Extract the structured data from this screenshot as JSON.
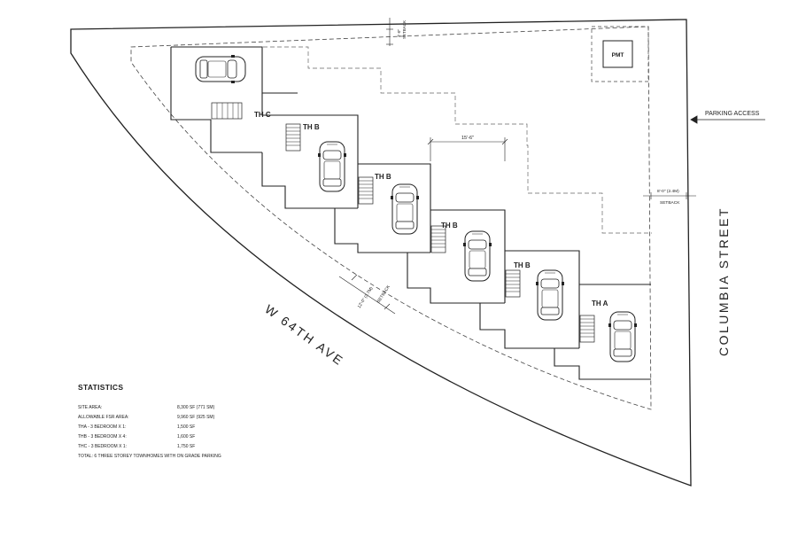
{
  "streets": {
    "w64": "W 64TH AVE",
    "columbia": "COLUMBIA STREET"
  },
  "parking_access": "PARKING ACCESS",
  "pmt": "PMT",
  "units": {
    "thc": "TH C",
    "thb1": "TH B",
    "thb2": "TH B",
    "thb3": "TH B",
    "thb4": "TH B",
    "tha": "TH A"
  },
  "dimensions": {
    "top_setback_value": "4'-0\"",
    "top_setback_label": "SETBACK",
    "width": "15'-6\"",
    "right_setback_value": "8'-0\" (2.4M)",
    "right_setback_label": "SETBACK",
    "diag_setback_value": "12'-0\" (3.7M)",
    "diag_setback_label": "SETBACK"
  },
  "statistics": {
    "title": "STATISTICS",
    "rows": [
      {
        "label": "SITE AREA:",
        "value": "8,300 SF (771 SM)"
      },
      {
        "label": "ALLOWABLE FSR AREA:",
        "value": "9,960 SF (925 SM)"
      },
      {
        "label": "THA - 3 BEDROOM X 1:",
        "value": "1,500 SF"
      },
      {
        "label": "THB - 3 BEDROOM X 4:",
        "value": "1,600 SF"
      },
      {
        "label": "THC - 3 BEDROOM X 1:",
        "value": "1,750 SF"
      }
    ],
    "total": "TOTAL: 6 THREE STOREY TOWNHOMES WITH ON GRADE PARKING"
  }
}
